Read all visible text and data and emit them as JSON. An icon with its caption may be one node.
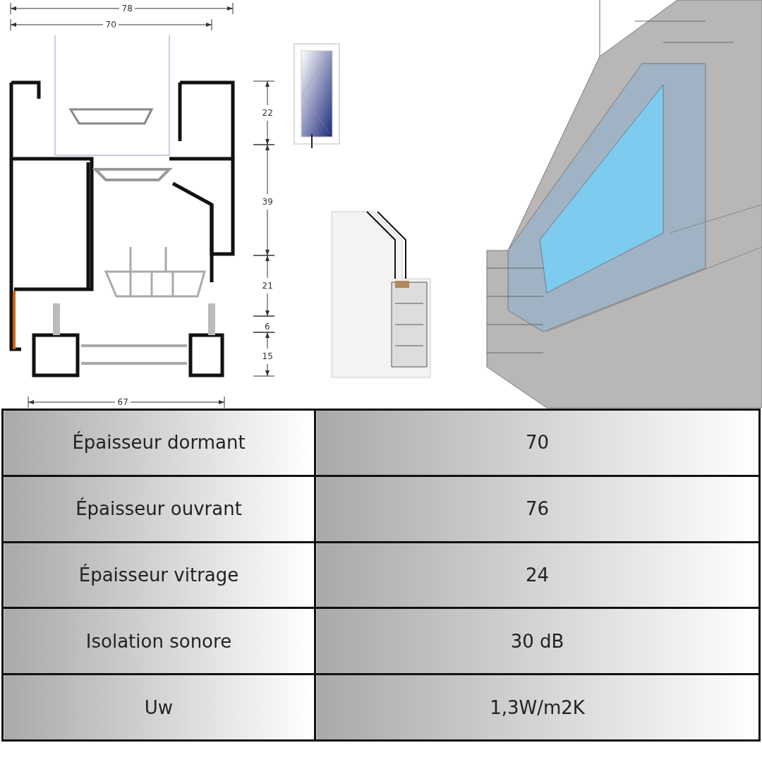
{
  "diagram": {
    "labels": [
      "78",
      "70",
      "22",
      "39",
      "21",
      "6",
      "15",
      "67",
      "Épaisseur dormant",
      "70",
      "Épaisseur ouvrant",
      "76",
      "Épaisseur vitrage",
      "24",
      "Isolation sonore",
      "30 dB",
      "Uw",
      "1,3W/m2K"
    ]
  }
}
